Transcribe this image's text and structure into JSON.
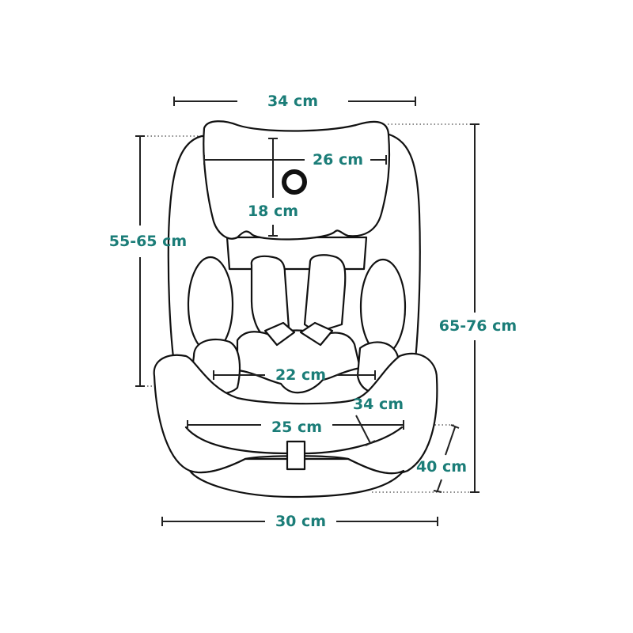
{
  "accent_color": "#1b7d78",
  "dimensions": {
    "top_width": "34 cm",
    "headrest_width": "26 cm",
    "headrest_height": "18 cm",
    "backrest_height": "55-65 cm",
    "total_height": "65-76 cm",
    "shoulder_width": "22 cm",
    "seat_depth": "34 cm",
    "seat_width": "25 cm",
    "base_depth": "40 cm",
    "base_width": "30 cm"
  }
}
